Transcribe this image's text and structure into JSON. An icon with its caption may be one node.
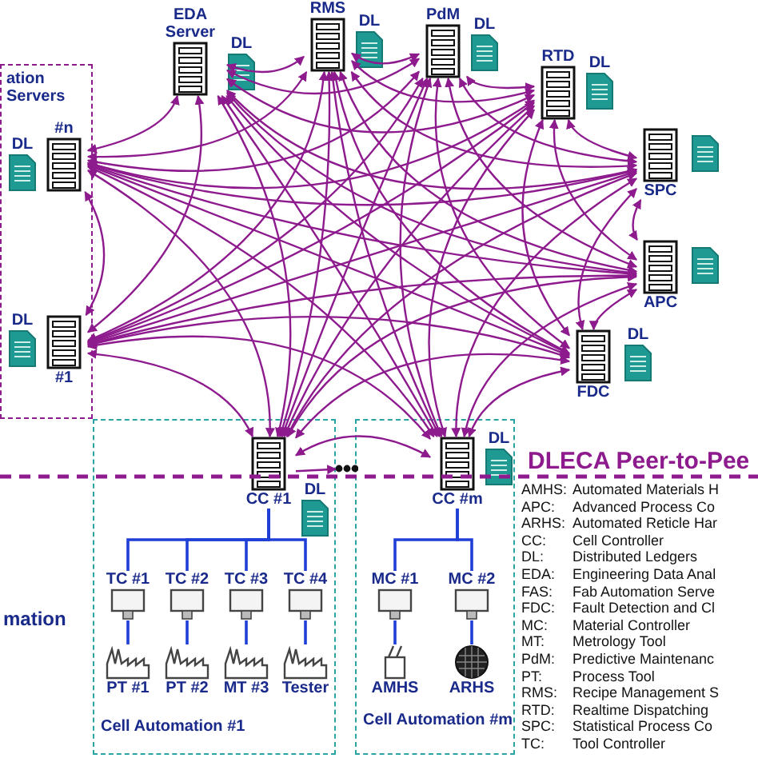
{
  "diagram": {
    "nodes": [
      {
        "text": [
          "ation Servers"
        ]
      },
      {
        "text": [
          "#n"
        ],
        "in": 0,
        "beside": [
          "DL"
        ]
      },
      {
        "text": [
          "#1"
        ],
        "in": 0,
        "beside": [
          "DL"
        ]
      },
      {
        "text": [
          "EDA Server"
        ],
        "beside": [
          "DL"
        ]
      },
      {
        "text": [
          "RMS"
        ],
        "beside": [
          "DL"
        ]
      },
      {
        "text": [
          "PdM"
        ],
        "beside": [
          "DL"
        ]
      },
      {
        "text": [
          "RTD"
        ],
        "beside": [
          "DL"
        ]
      },
      {
        "text": [
          "SPC"
        ]
      },
      {
        "text": [
          "APC"
        ]
      },
      {
        "text": [
          "FDC"
        ],
        "beside": [
          "DL"
        ]
      },
      {
        "text": [
          "Cell Automation #1"
        ]
      },
      {
        "text": [
          "CC #1"
        ],
        "in": 10,
        "beside": [
          "DL"
        ]
      },
      {
        "text": [
          "TC #1"
        ],
        "in": 10
      },
      {
        "text": [
          "TC #2"
        ],
        "in": 10
      },
      {
        "text": [
          "TC #3"
        ],
        "in": 10
      },
      {
        "text": [
          "TC #4"
        ],
        "in": 10
      },
      {
        "text": [
          "PT #1"
        ],
        "in": 10
      },
      {
        "text": [
          "PT #2"
        ],
        "in": 10
      },
      {
        "text": [
          "MT #3"
        ],
        "in": 10
      },
      {
        "text": [
          "Tester"
        ],
        "in": 10
      },
      {
        "text": [
          "Cell Automation #m"
        ]
      },
      {
        "text": [
          "CC #m"
        ],
        "in": 20,
        "beside": [
          "DL"
        ]
      },
      {
        "text": [
          "MC #1"
        ],
        "in": 20
      },
      {
        "text": [
          "MC #2"
        ],
        "in": 20
      },
      {
        "text": [
          "AMHS"
        ],
        "in": 20
      },
      {
        "text": [
          "ARHS"
        ],
        "in": 20
      },
      {
        "text": [],
        "shape": "circle"
      }
    ],
    "edges": [
      {
        "from": 1,
        "to": 2,
        "arrow": "both"
      },
      {
        "from": 1,
        "to": 3,
        "arrow": "both"
      },
      {
        "from": 1,
        "to": 4,
        "arrow": "both"
      },
      {
        "from": 1,
        "to": 5,
        "arrow": "both"
      },
      {
        "from": 1,
        "to": 6,
        "arrow": "both"
      },
      {
        "from": 1,
        "to": 7,
        "arrow": "both"
      },
      {
        "from": 1,
        "to": 8,
        "arrow": "both"
      },
      {
        "from": 1,
        "to": 9,
        "arrow": "both"
      },
      {
        "from": 1,
        "to": 11,
        "arrow": "both"
      },
      {
        "from": 1,
        "to": 21,
        "arrow": "both"
      },
      {
        "from": 2,
        "to": 3,
        "arrow": "both"
      },
      {
        "from": 2,
        "to": 4,
        "arrow": "both"
      },
      {
        "from": 2,
        "to": 5,
        "arrow": "both"
      },
      {
        "from": 2,
        "to": 6,
        "arrow": "both"
      },
      {
        "from": 2,
        "to": 7,
        "arrow": "both"
      },
      {
        "from": 2,
        "to": 8,
        "arrow": "both"
      },
      {
        "from": 2,
        "to": 9,
        "arrow": "both"
      },
      {
        "from": 2,
        "to": 11,
        "arrow": "both"
      },
      {
        "from": 2,
        "to": 21,
        "arrow": "both"
      },
      {
        "from": 3,
        "to": 4,
        "arrow": "both"
      },
      {
        "from": 3,
        "to": 5,
        "arrow": "both"
      },
      {
        "from": 3,
        "to": 6,
        "arrow": "both"
      },
      {
        "from": 3,
        "to": 7,
        "arrow": "both"
      },
      {
        "from": 3,
        "to": 8,
        "arrow": "both"
      },
      {
        "from": 3,
        "to": 9,
        "arrow": "both"
      },
      {
        "from": 3,
        "to": 11,
        "arrow": "both"
      },
      {
        "from": 3,
        "to": 21,
        "arrow": "both"
      },
      {
        "from": 4,
        "to": 5,
        "arrow": "both"
      },
      {
        "from": 4,
        "to": 6,
        "arrow": "both"
      },
      {
        "from": 4,
        "to": 7,
        "arrow": "both"
      },
      {
        "from": 4,
        "to": 8,
        "arrow": "both"
      },
      {
        "from": 4,
        "to": 9,
        "arrow": "both"
      },
      {
        "from": 4,
        "to": 11,
        "arrow": "both"
      },
      {
        "from": 4,
        "to": 21,
        "arrow": "both"
      },
      {
        "from": 5,
        "to": 6,
        "arrow": "both"
      },
      {
        "from": 5,
        "to": 7,
        "arrow": "both"
      },
      {
        "from": 5,
        "to": 8,
        "arrow": "both"
      },
      {
        "from": 5,
        "to": 9,
        "arrow": "both"
      },
      {
        "from": 5,
        "to": 11,
        "arrow": "both"
      },
      {
        "from": 5,
        "to": 21,
        "arrow": "both"
      },
      {
        "from": 6,
        "to": 7,
        "arrow": "both"
      },
      {
        "from": 6,
        "to": 8,
        "arrow": "both"
      },
      {
        "from": 6,
        "to": 9,
        "arrow": "both"
      },
      {
        "from": 6,
        "to": 11,
        "arrow": "both"
      },
      {
        "from": 6,
        "to": 21,
        "arrow": "both"
      },
      {
        "from": 7,
        "to": 8,
        "arrow": "both"
      },
      {
        "from": 7,
        "to": 9,
        "arrow": "both"
      },
      {
        "from": 7,
        "to": 11,
        "arrow": "both"
      },
      {
        "from": 7,
        "to": 21,
        "arrow": "both"
      },
      {
        "from": 8,
        "to": 9,
        "arrow": "both"
      },
      {
        "from": 8,
        "to": 11,
        "arrow": "both"
      },
      {
        "from": 8,
        "to": 21,
        "arrow": "both"
      },
      {
        "from": 9,
        "to": 11,
        "arrow": "both"
      },
      {
        "from": 9,
        "to": 21,
        "arrow": "both"
      },
      {
        "from": 11,
        "to": 21,
        "arrow": "both"
      },
      {
        "from": 11,
        "to": 26,
        "arrow": "to"
      },
      {
        "from": 11,
        "to": 12,
        "arrow": "none",
        "color": "#1f3fd6"
      },
      {
        "from": 11,
        "to": 13,
        "arrow": "none",
        "color": "#1f3fd6"
      },
      {
        "from": 11,
        "to": 14,
        "arrow": "none",
        "color": "#1f3fd6"
      },
      {
        "from": 11,
        "to": 15,
        "arrow": "none",
        "color": "#1f3fd6"
      },
      {
        "from": 12,
        "to": 16,
        "arrow": "none",
        "color": "#1f3fd6"
      },
      {
        "from": 13,
        "to": 17,
        "arrow": "none",
        "color": "#1f3fd6"
      },
      {
        "from": 14,
        "to": 18,
        "arrow": "none",
        "color": "#1f3fd6"
      },
      {
        "from": 15,
        "to": 19,
        "arrow": "none",
        "color": "#1f3fd6"
      },
      {
        "from": 21,
        "to": 22,
        "arrow": "none",
        "color": "#1f3fd6"
      },
      {
        "from": 21,
        "to": 23,
        "arrow": "none",
        "color": "#1f3fd6"
      },
      {
        "from": 22,
        "to": 24,
        "arrow": "none",
        "color": "#1f3fd6"
      },
      {
        "from": 23,
        "to": 25,
        "arrow": "none",
        "color": "#1f3fd6"
      }
    ],
    "labels": [
      "DLECA Peer-to-Pee",
      "mation",
      "AMHS:",
      "Automated Materials H",
      "APC:",
      "Advanced Process Co",
      "ARHS:",
      "Automated Reticle Har",
      "CC:",
      "Cell Controller",
      "DL:",
      "Distributed Ledgers",
      "EDA:",
      "Engineering Data Anal",
      "FAS:",
      "Fab Automation Serve",
      "FDC:",
      "Fault Detection and Cl",
      "MC:",
      "Material Controller",
      "MT:",
      "Metrology Tool",
      "PdM:",
      "Predictive Maintenanc",
      "PT:",
      "Process Tool",
      "RMS:",
      "Recipe Management S",
      "RTD:",
      "Realtime Dispatching",
      "SPC:",
      "Statistical Process Co",
      "TC:",
      "Tool Controller"
    ]
  }
}
